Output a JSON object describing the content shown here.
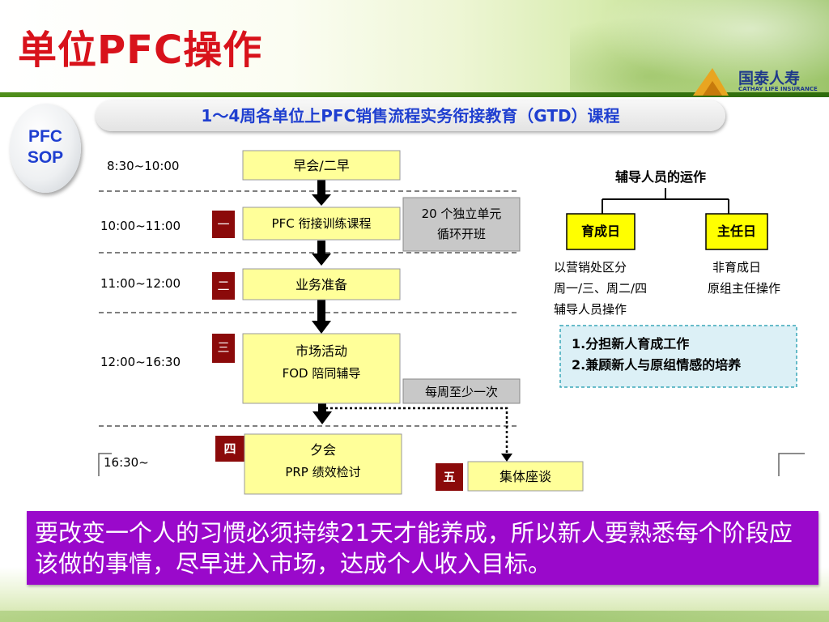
{
  "slide": {
    "title": "单位PFC操作",
    "subtitle": "1～4周各单位上PFC销售流程实务衔接教育（GTD）课程",
    "badge_line1": "PFC",
    "badge_line2": "SOP",
    "caption": "要改变一个人的习惯必须持续21天才能养成，所以新人要熟悉每个阶段应该做的事情，尽早进入市场，达成个人收入目标。"
  },
  "logo": {
    "cn": "国泰人寿",
    "en": "CATHAY LIFE INSURANCE"
  },
  "schedule": {
    "times": [
      "8:30~10:00",
      "10:00~11:00",
      "11:00~12:00",
      "12:00~16:30",
      "16:30~"
    ],
    "steps": [
      {
        "num": "",
        "lines": [
          "早会/二早"
        ]
      },
      {
        "num": "一",
        "lines": [
          "PFC 衔接训练课程"
        ]
      },
      {
        "num": "二",
        "lines": [
          "业务准备"
        ]
      },
      {
        "num": "三",
        "lines": [
          "市场活动",
          "FOD 陪同辅导"
        ]
      },
      {
        "num": "四",
        "lines": [
          "夕会",
          "PRP 绩效检讨"
        ]
      },
      {
        "num": "五",
        "lines": [
          "集体座谈"
        ]
      }
    ],
    "note_units": [
      "20 个独立单元",
      "循环开班"
    ],
    "note_weekly": "每周至少一次"
  },
  "tutor": {
    "title": "辅导人员的运作",
    "left_box": "育成日",
    "right_box": "主任日",
    "left_desc": [
      "以营销处区分",
      "周一/三、周二/四",
      "辅导人员操作"
    ],
    "right_desc": [
      "非育成日",
      "原组主任操作"
    ],
    "points": [
      "1.分担新人育成工作",
      "2.兼顾新人与原组情感的培养"
    ]
  },
  "colors": {
    "title_red": "#d8121b",
    "subtitle_blue": "#1f3fd0",
    "step_box_yellow": "#ffff99",
    "number_tag_red": "#8b0a0a",
    "note_gray": "#c8c8c8",
    "tutor_yellow": "#ffff00",
    "points_bg": "#dcf0f6",
    "caption_purple": "#9a09cb"
  }
}
